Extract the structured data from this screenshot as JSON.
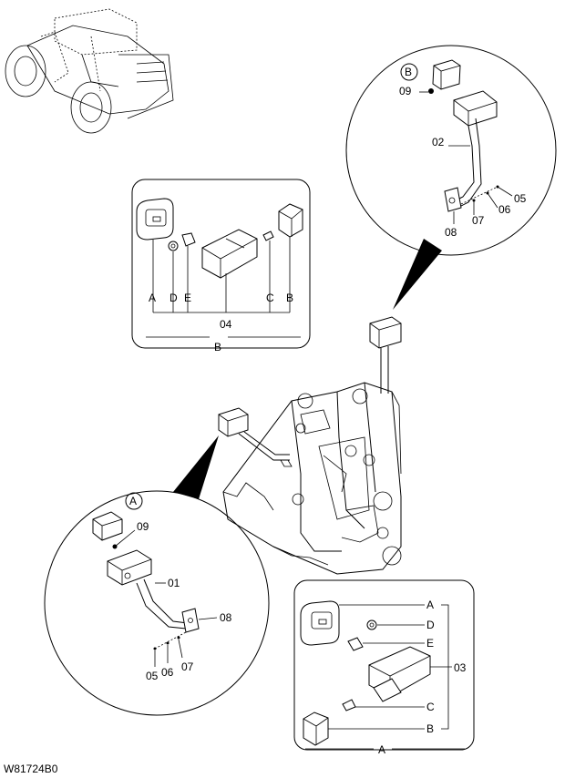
{
  "drawing_id": "W81724B0",
  "views": {
    "detail_A": {
      "circle_marker": "A",
      "callouts": [
        "09",
        "01",
        "08",
        "05",
        "06",
        "07"
      ]
    },
    "detail_B": {
      "circle_marker": "B",
      "callouts": [
        "09",
        "02",
        "05",
        "06",
        "07",
        "08"
      ]
    },
    "box_B": {
      "letters": [
        "A",
        "D",
        "E",
        "C",
        "B"
      ],
      "part_number": "04",
      "bottom_label": "B"
    },
    "box_A": {
      "letters": [
        "A",
        "D",
        "E",
        "C",
        "B"
      ],
      "part_number": "03",
      "bottom_label": "A"
    }
  }
}
